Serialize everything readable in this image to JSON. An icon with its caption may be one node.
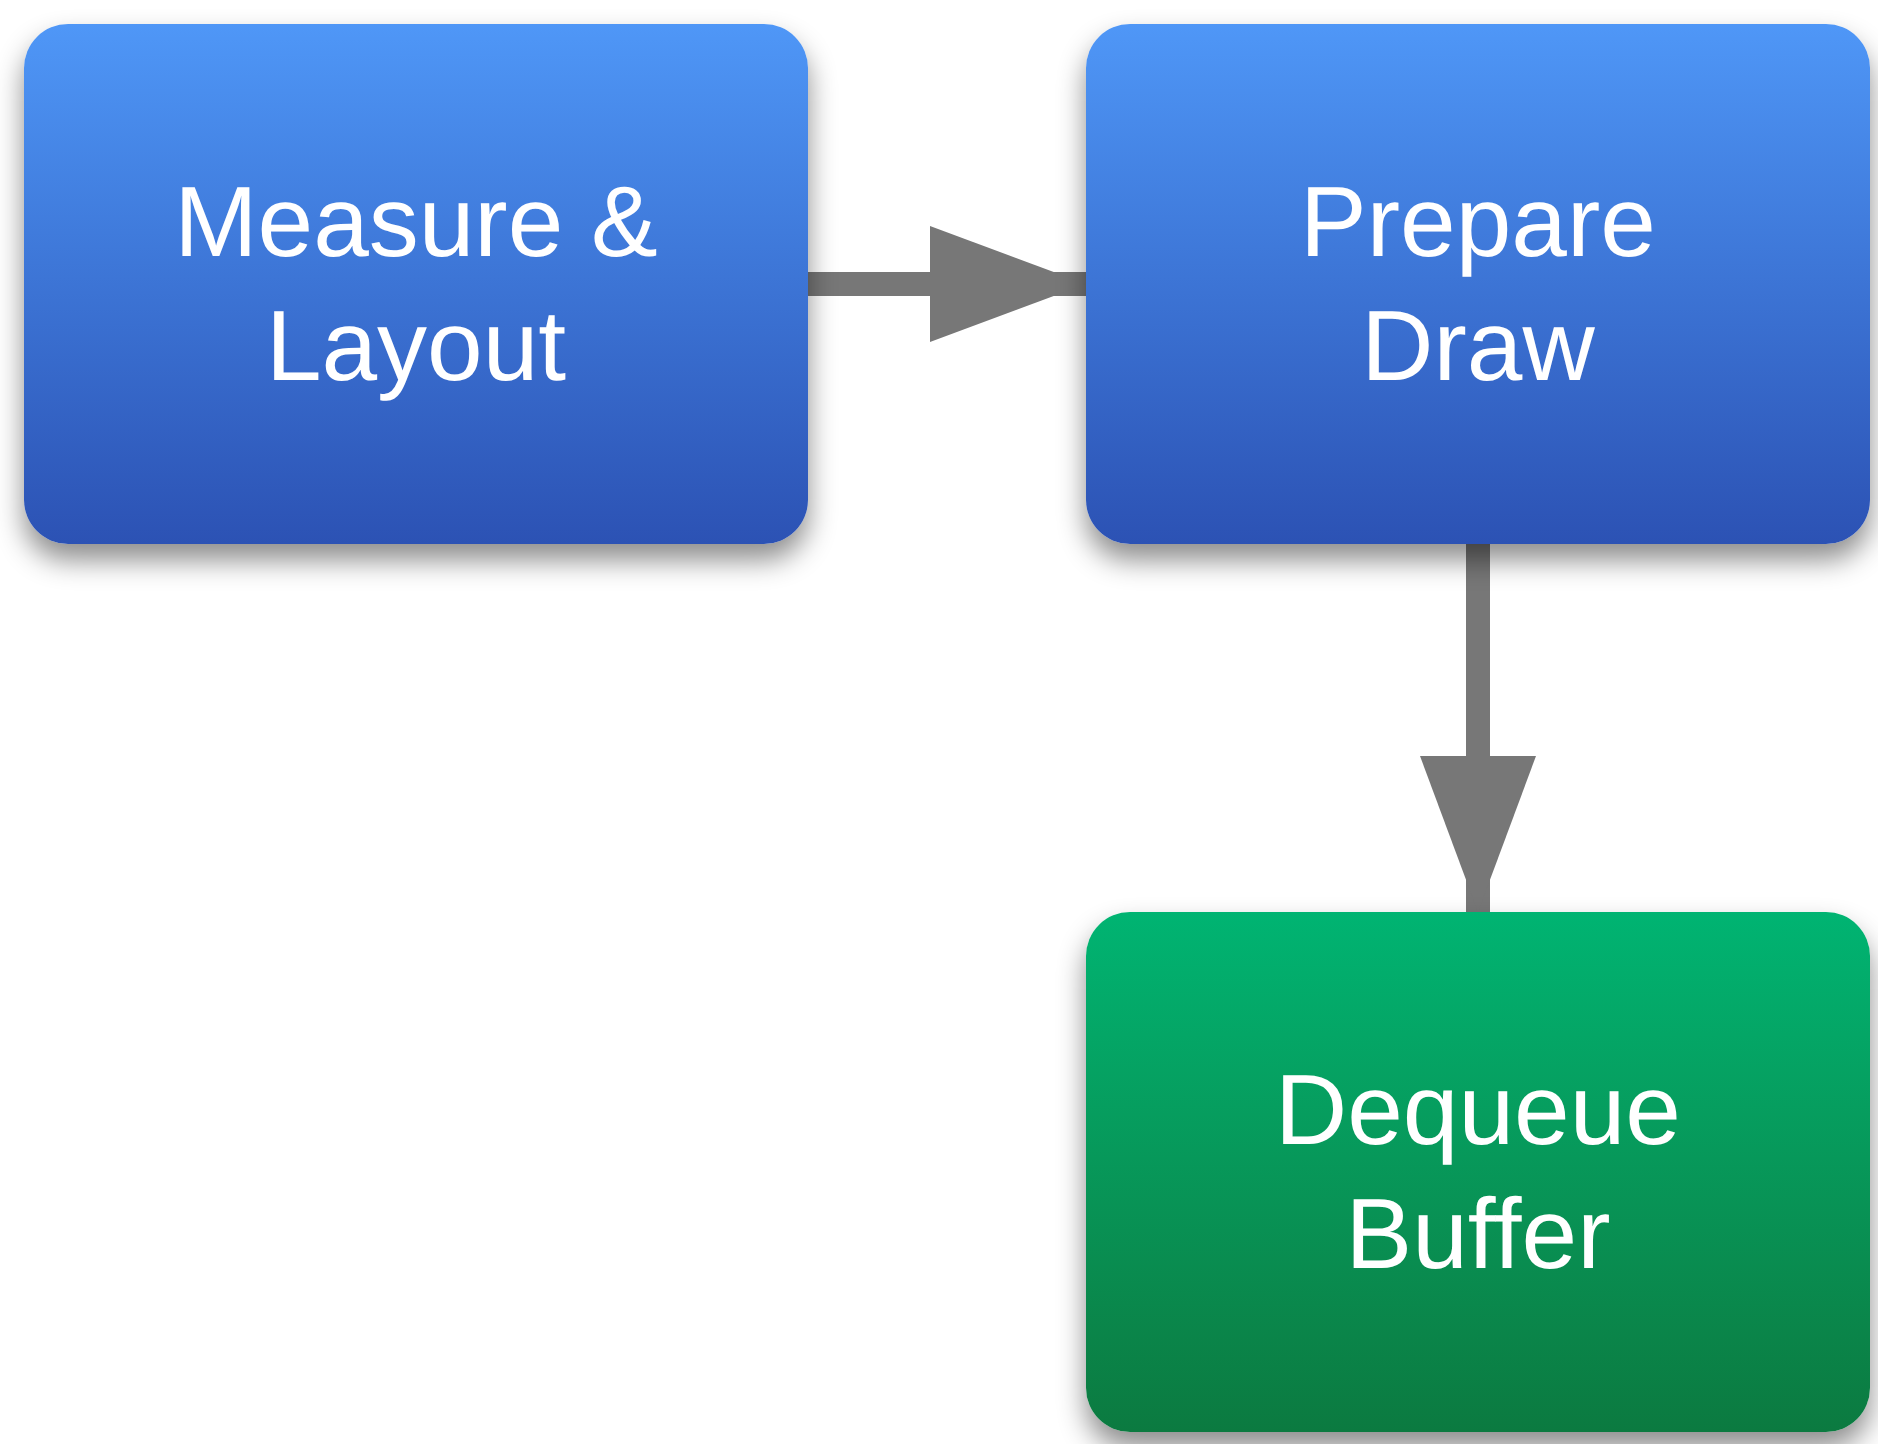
{
  "diagram": {
    "nodes": [
      {
        "text": [
          "Measure & Layout"
        ]
      },
      {
        "text": [
          "Prepare Draw"
        ]
      },
      {
        "text": [
          "Dequeue Buffer"
        ]
      }
    ],
    "edges": [
      {
        "from": 0,
        "to": 1,
        "arrow": "to"
      },
      {
        "from": 1,
        "to": 2,
        "arrow": "to"
      }
    ]
  }
}
